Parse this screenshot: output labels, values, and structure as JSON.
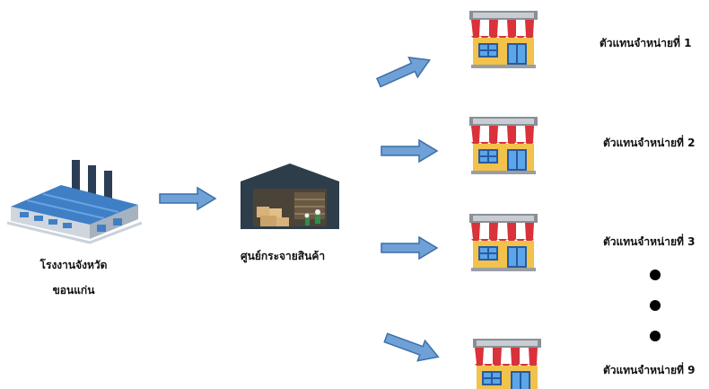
{
  "factory": {
    "name_line1": "โรงงานจังหวัด",
    "name_line2": "ขอนแก่น"
  },
  "warehouse": {
    "name": "ศูนย์กระจายสินค้า"
  },
  "dealers": [
    {
      "label": "ตัวแทนจำหน่ายที่ 1"
    },
    {
      "label": "ตัวแทนจำหน่ายที่ 2"
    },
    {
      "label": "ตัวแทนจำหน่ายที่ 3"
    },
    {
      "label": "ตัวแทนจำหน่ายที่ 9"
    }
  ],
  "colors": {
    "arrow_fill": "#6fa0d6",
    "arrow_stroke": "#3d6fa8",
    "awning_red": "#d9323a",
    "shop_wall": "#f2c24a",
    "factory_blue": "#3f7fc6"
  }
}
